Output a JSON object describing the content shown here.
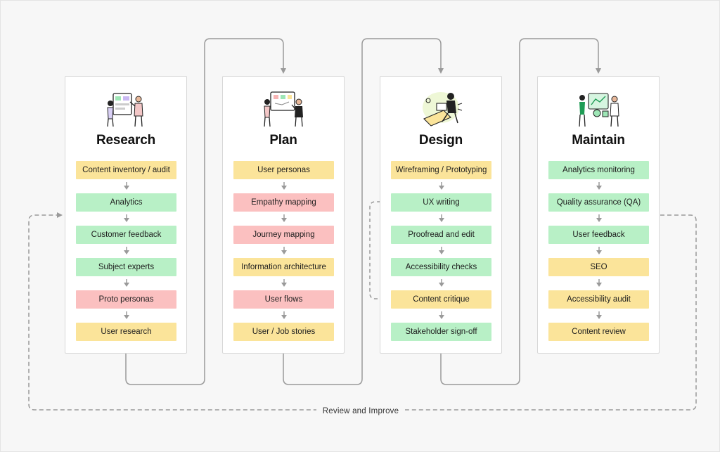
{
  "columns": [
    {
      "title": "Research",
      "illustration": "research-illustration-icon",
      "steps": [
        {
          "label": "Content inventory / audit",
          "color": "yellow"
        },
        {
          "label": "Analytics",
          "color": "green"
        },
        {
          "label": "Customer feedback",
          "color": "green"
        },
        {
          "label": "Subject experts",
          "color": "green"
        },
        {
          "label": "Proto personas",
          "color": "red"
        },
        {
          "label": "User research",
          "color": "yellow"
        }
      ]
    },
    {
      "title": "Plan",
      "illustration": "plan-illustration-icon",
      "steps": [
        {
          "label": "User personas",
          "color": "yellow"
        },
        {
          "label": "Empathy mapping",
          "color": "red"
        },
        {
          "label": "Journey mapping",
          "color": "red"
        },
        {
          "label": "Information architecture",
          "color": "yellow"
        },
        {
          "label": "User flows",
          "color": "red"
        },
        {
          "label": "User / Job stories",
          "color": "yellow"
        }
      ]
    },
    {
      "title": "Design",
      "illustration": "design-illustration-icon",
      "steps": [
        {
          "label": "Wireframing / Prototyping",
          "color": "yellow"
        },
        {
          "label": "UX writing",
          "color": "green"
        },
        {
          "label": "Proofread and edit",
          "color": "green"
        },
        {
          "label": "Accessibility checks",
          "color": "green"
        },
        {
          "label": "Content critique",
          "color": "yellow"
        },
        {
          "label": "Stakeholder sign-off",
          "color": "green"
        }
      ]
    },
    {
      "title": "Maintain",
      "illustration": "maintain-illustration-icon",
      "steps": [
        {
          "label": "Analytics monitoring",
          "color": "green"
        },
        {
          "label": "Quality assurance (QA)",
          "color": "green"
        },
        {
          "label": "User feedback",
          "color": "green"
        },
        {
          "label": "SEO",
          "color": "yellow"
        },
        {
          "label": "Accessibility audit",
          "color": "yellow"
        },
        {
          "label": "Content review",
          "color": "yellow"
        }
      ]
    }
  ],
  "footer": {
    "label": "Review and Improve"
  },
  "colors": {
    "green": "#b8f0c6",
    "yellow": "#fbe49a",
    "red": "#fbc0c0",
    "connector": "#9a9a9a"
  }
}
